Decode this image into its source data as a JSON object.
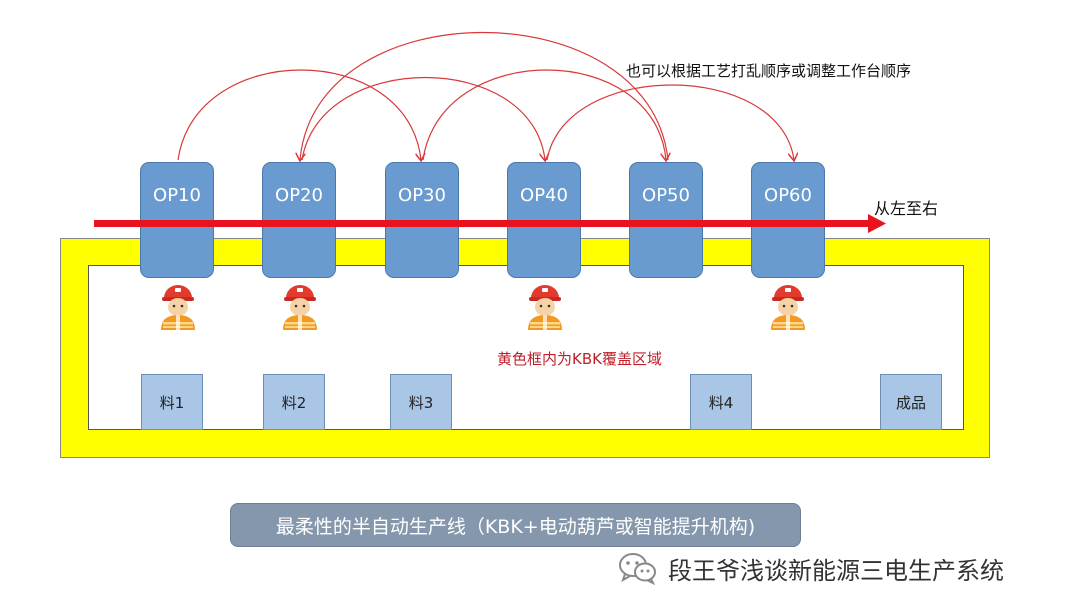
{
  "note_top": "也可以根据工艺打乱顺序或调整工作台顺序",
  "direction_label": "从左至右",
  "kbk_label": "黄色框内为KBK覆盖区域",
  "stations": [
    "OP10",
    "OP20",
    "OP30",
    "OP40",
    "OP50",
    "OP60"
  ],
  "materials": [
    "料1",
    "料2",
    "料3",
    "料4",
    "成品"
  ],
  "caption": "最柔性的半自动生产线（KBK+电动葫芦或智能提升机构)",
  "watermark": "段王爷浅谈新能源三电生产系统",
  "colors": {
    "station": "#6a9bd0",
    "material": "#a9c6e6",
    "kbk_frame": "#ffff00",
    "arrow": "#e8131f",
    "arc": "#d83a3a",
    "caption_bg": "#8597ac"
  },
  "icons": [
    "worker-icon",
    "worker-icon",
    "worker-icon",
    "worker-icon",
    "wechat-icon"
  ]
}
